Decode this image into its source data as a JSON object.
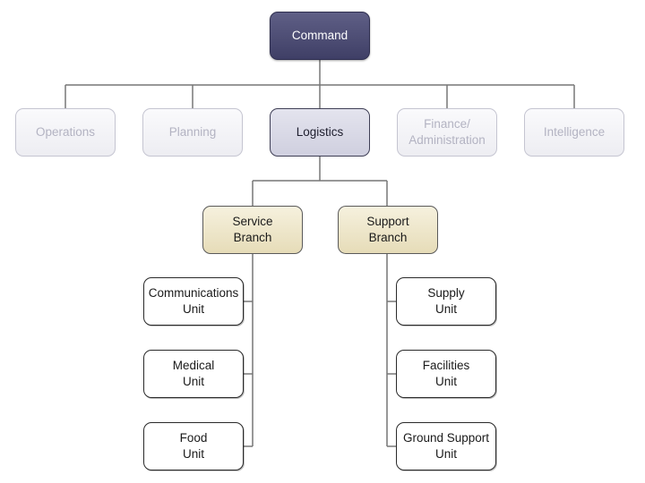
{
  "top": {
    "label": "Command"
  },
  "sections": {
    "operations": "Operations",
    "planning": "Planning",
    "logistics": "Logistics",
    "finance": "Finance/\nAdministration",
    "intelligence": "Intelligence"
  },
  "branches": {
    "service": "Service\nBranch",
    "support": "Support\nBranch"
  },
  "service_units": {
    "communications": "Communications\nUnit",
    "medical": "Medical\nUnit",
    "food": "Food\nUnit"
  },
  "support_units": {
    "supply": "Supply\nUnit",
    "facilities": "Facilities\nUnit",
    "ground_support": "Ground Support\nUnit"
  },
  "colors": {
    "command_fill": "#4a4a72",
    "branch_fill": "#ece3c4",
    "faded_text": "#b3b3c2",
    "line": "#777777"
  }
}
